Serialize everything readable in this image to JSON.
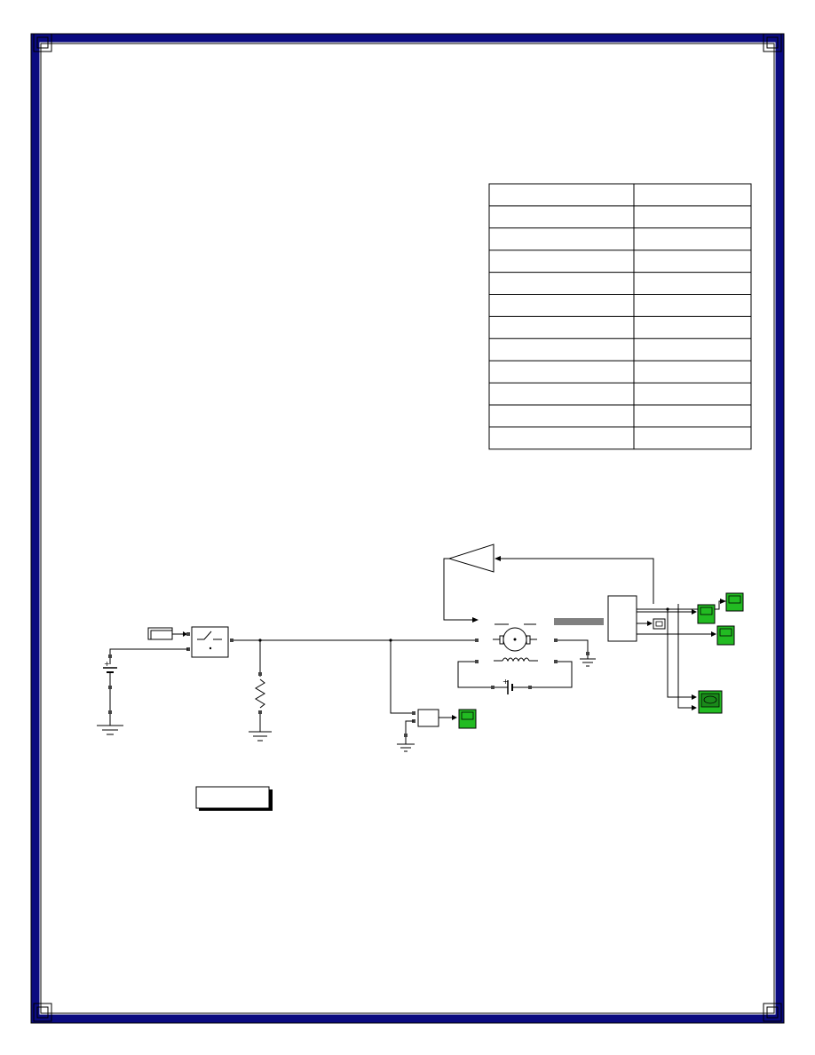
{
  "colors": {
    "border_navy": "#0a0a80",
    "scope_green": "#22bb22",
    "line": "#000000"
  },
  "parameter_table": {
    "rows": 12,
    "columns": 2,
    "cells": []
  },
  "diagram": {
    "blocks": [
      {
        "name": "step-source",
        "icon": "step-source-icon"
      },
      {
        "name": "breaker-switch",
        "icon": "switch-icon"
      },
      {
        "name": "dc-voltage-source",
        "icon": "battery-icon"
      },
      {
        "name": "series-resistor",
        "icon": "resistor-icon"
      },
      {
        "name": "gain-triangle",
        "icon": "gain-icon"
      },
      {
        "name": "dc-machine",
        "icon": "dc-motor-icon"
      },
      {
        "name": "field-winding",
        "icon": "inductor-coil-icon"
      },
      {
        "name": "field-dc-source",
        "icon": "battery-icon"
      },
      {
        "name": "demux",
        "icon": "demux-icon"
      },
      {
        "name": "voltage-measurement",
        "icon": "sensor-icon"
      },
      {
        "name": "display-block",
        "icon": "display-icon"
      },
      {
        "name": "scope-1",
        "icon": "scope-icon"
      },
      {
        "name": "scope-2",
        "icon": "scope-icon"
      },
      {
        "name": "scope-3",
        "icon": "scope-icon"
      },
      {
        "name": "scope-4",
        "icon": "scope-icon"
      },
      {
        "name": "xy-graph",
        "icon": "xy-graph-icon"
      },
      {
        "name": "powergui",
        "icon": "powergui-icon"
      }
    ]
  }
}
